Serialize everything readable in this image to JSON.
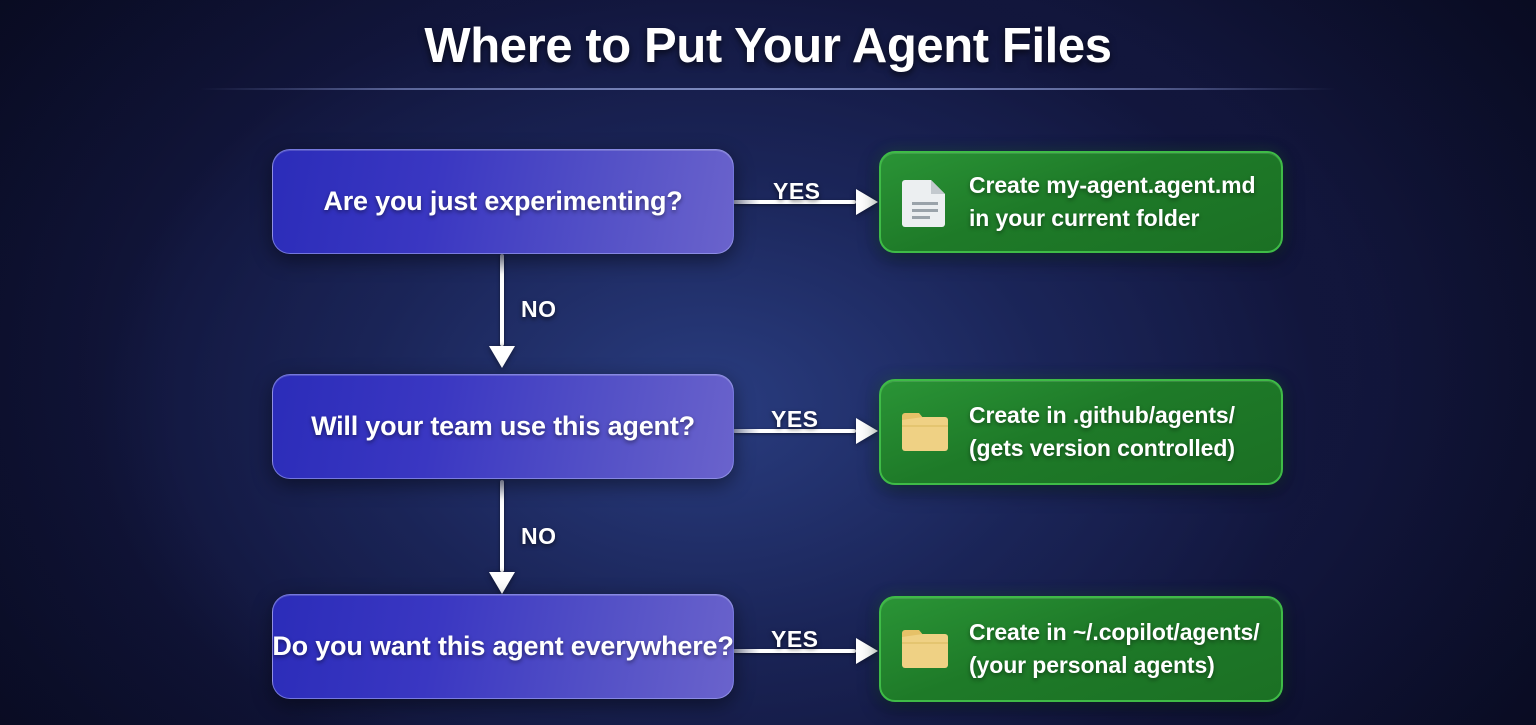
{
  "page": {
    "title": "Where to Put Your Agent Files"
  },
  "colors": {
    "background_dark": "#0b0e28",
    "background_mid": "#1a2050",
    "decision_gradient_start": "#2b2cb9",
    "decision_gradient_end": "#6a63cc",
    "decision_border": "#afb4fa",
    "outcome_fill": "#1e7a28",
    "outcome_border": "#3fbb47",
    "arrow_color": "#ffffff",
    "text_color": "#ffffff",
    "folder_icon_color": "#e8c86a",
    "document_icon_color": "#eceff1"
  },
  "flowchart": {
    "type": "decision-tree",
    "decisions": [
      {
        "id": "decision-experimenting",
        "label": "Are you just experimenting?",
        "yes_label": "YES",
        "no_label": "NO"
      },
      {
        "id": "decision-team",
        "label": "Will your team use this agent?",
        "yes_label": "YES",
        "no_label": "NO"
      },
      {
        "id": "decision-everywhere",
        "label": "Do you want this agent everywhere?",
        "yes_label": "YES",
        "no_label": ""
      }
    ],
    "outcomes": [
      {
        "id": "outcome-current-folder",
        "icon": "document-icon",
        "line1": "Create my-agent.agent.md",
        "line2": "in your current folder"
      },
      {
        "id": "outcome-github-agents",
        "icon": "folder-icon",
        "line1": "Create in .github/agents/",
        "line2": "(gets version controlled)"
      },
      {
        "id": "outcome-copilot-agents",
        "icon": "folder-icon",
        "line1": "Create in ~/.copilot/agents/",
        "line2": "(your personal agents)"
      }
    ]
  }
}
